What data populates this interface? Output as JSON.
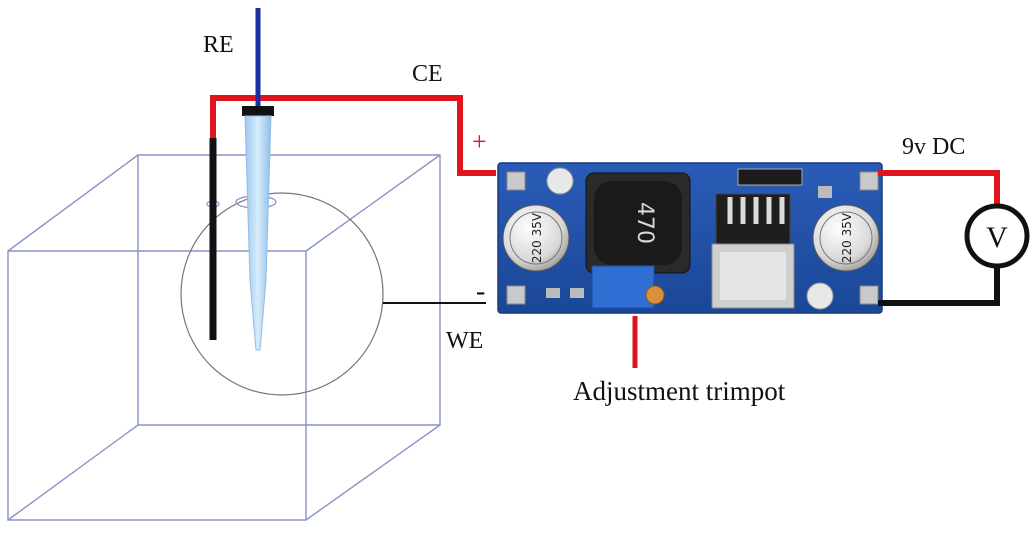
{
  "labels": {
    "re": "RE",
    "ce": "CE",
    "we": "WE",
    "plus": "+",
    "minus": "-",
    "supply": "9v DC",
    "voltmeter": "V",
    "trimpot": "Adjustment trimpot"
  },
  "components": {
    "inductor_code": "470",
    "cap_left": "220 35V",
    "cap_right": "220 35V"
  },
  "colors": {
    "wire_red": "#e0141c",
    "wire_black": "#111111",
    "electrode_blue": "#1b2fa0",
    "pcb": "#1f4fa8",
    "outline": "#8a93c6"
  }
}
